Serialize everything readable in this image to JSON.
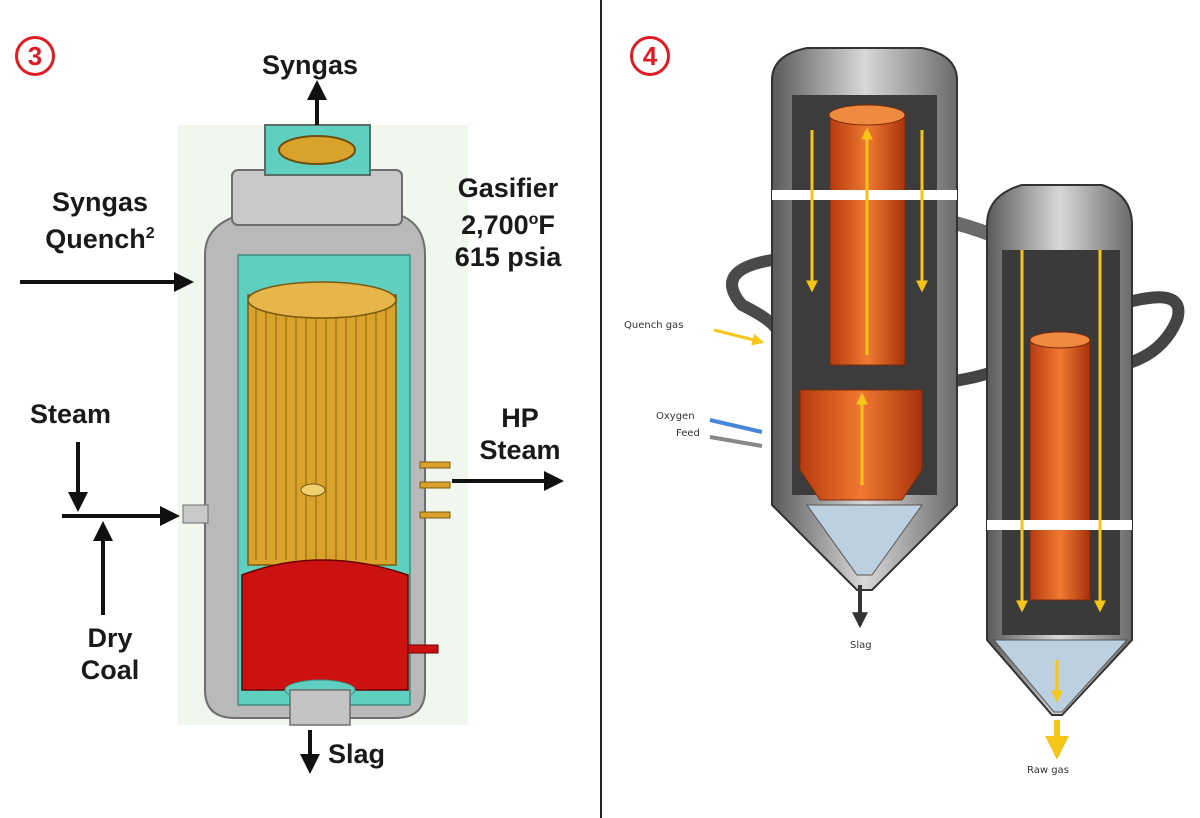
{
  "left_panel": {
    "badge": "3",
    "labels": {
      "syngas_out": "Syngas",
      "syngas_quench_line1": "Syngas",
      "syngas_quench_line2": "Quench",
      "syngas_quench_sup": "2",
      "gasifier_title": "Gasifier",
      "gasifier_temp_value": "2,700",
      "gasifier_temp_unit_sup": "o",
      "gasifier_temp_unit": "F",
      "gasifier_pressure": "615 psia",
      "steam": "Steam",
      "hp_steam_line1": "HP",
      "hp_steam_line2": "Steam",
      "dry_coal_line1": "Dry",
      "dry_coal_line2": "Coal",
      "slag": "Slag"
    }
  },
  "right_panel": {
    "badge": "4",
    "labels": {
      "quench_gas": "Quench gas",
      "oxygen": "Oxygen",
      "feed": "Feed",
      "slag": "Slag",
      "raw_gas": "Raw gas"
    }
  },
  "colors": {
    "badge_red": "#e01b24",
    "vessel_gray": "#b8b8b8",
    "refractory_teal": "#5fd0c0",
    "coil_gold": "#d9a22a",
    "hearth_red": "#cc1111",
    "flame_orange": "#e2581e",
    "arrow_yellow": "#f5c518"
  }
}
